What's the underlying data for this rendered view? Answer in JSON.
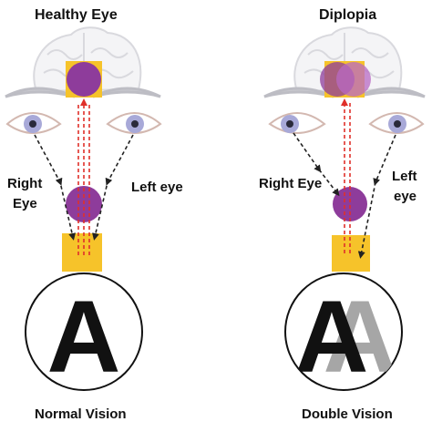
{
  "left_panel": {
    "title": "Healthy Eye",
    "right_eye_label_line1": "Right",
    "right_eye_label_line2": "Eye",
    "left_eye_label": "Left eye",
    "caption": "Normal Vision",
    "glyph": "A"
  },
  "right_panel": {
    "title": "Diplopia",
    "right_eye_label": "Right Eye",
    "left_eye_label_line1": "Left",
    "left_eye_label_line2": "eye",
    "caption": "Double Vision",
    "glyph": "A"
  },
  "colors": {
    "brain": "#d9d9de",
    "focus_square": "#f6c32a",
    "image_circle": "#8e3c9b",
    "ray_red": "#e0302a",
    "ray_black": "#222222",
    "iris": "#a8a9d8",
    "ghost_glyph": "#a6a6a6"
  },
  "icons": [
    "brain-icon",
    "eye-icon",
    "eyebrow-icon"
  ]
}
